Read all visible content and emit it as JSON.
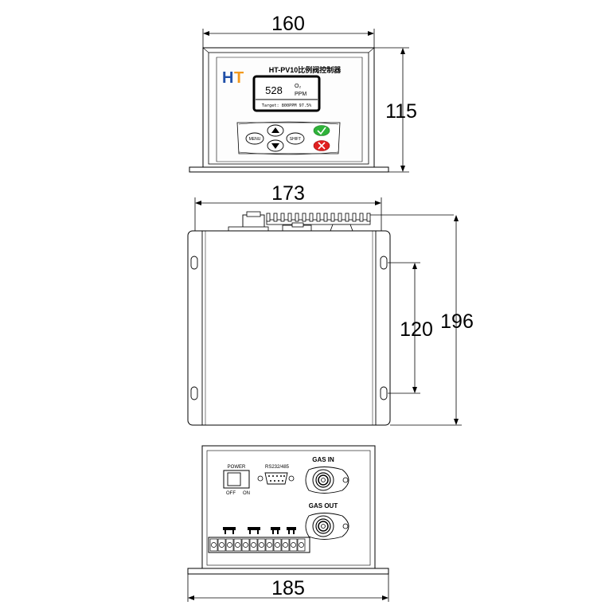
{
  "dimensions": {
    "front_width": "160",
    "front_height": "115",
    "top_width": "173",
    "mount_spacing": "120",
    "top_depth": "196",
    "rear_width": "185"
  },
  "front_panel": {
    "logo": "HT",
    "model_title": "HT-PV10比例阀控制器",
    "display_value": "528",
    "display_gas": "O₂",
    "display_unit": "PPM",
    "display_target": "Target: 800PPM  97.5%",
    "menu_button": "MENU",
    "shift_button": "SHIFT"
  },
  "rear_panel": {
    "power_label": "POWER",
    "off_label": "OFF",
    "on_label": "ON",
    "serial_label": "RS232/485",
    "gas_in_label": "GAS IN",
    "gas_out_label": "GAS OUT"
  },
  "colors": {
    "logo_blue": "#1f4fa8",
    "logo_orange": "#f39a1e",
    "ok_green": "#2fb33a",
    "cancel_red": "#e02020"
  }
}
